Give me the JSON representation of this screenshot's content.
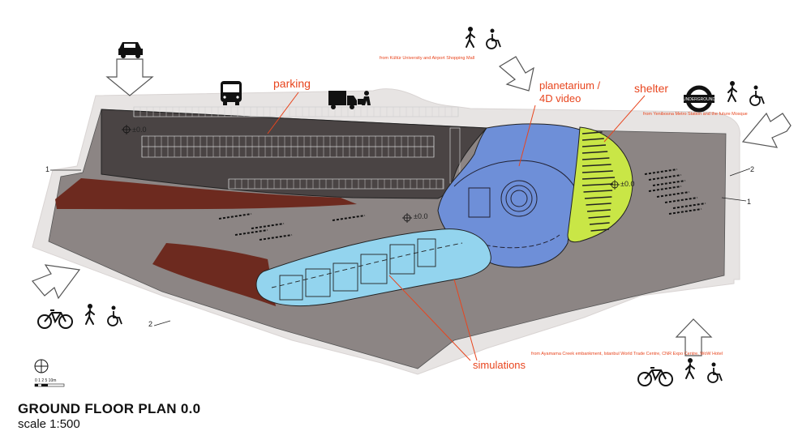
{
  "labels": {
    "parking": "parking",
    "planetarium_line1": "planetarium /",
    "planetarium_line2": "4D video",
    "shelter": "shelter",
    "simulations": "simulations"
  },
  "levels": {
    "level_a": "±0.0",
    "level_b": "±0.0",
    "level_c": "±0.0"
  },
  "section_marks": {
    "mark_1_left": "1",
    "mark_1_right": "1",
    "mark_2_right": "2",
    "mark_2_bottom": "2"
  },
  "access_notes": {
    "north": "from Kültür University and Airport Shopping Mall",
    "east": "from Yenibosna Metro Station and the future Mosque",
    "south": "from Ayamama Creek embankment, Istanbul World Trade Centre, CNR Expo Centre, WoW Hotel"
  },
  "underground_sign": "UNDERGROUND",
  "scale_bar": {
    "ticks": "0 1 2    5        10m"
  },
  "footer": {
    "title": "GROUND FLOOR PLAN  0.0",
    "scale": "scale 1:500"
  },
  "colors": {
    "grey_ground": "#8c8584",
    "parking": "#4a4444",
    "brown": "#6d2a1f",
    "planetarium": "#6e8fd8",
    "simulations": "#93d4ee",
    "shelter": "#c9e646",
    "label_red": "#e8451e"
  }
}
